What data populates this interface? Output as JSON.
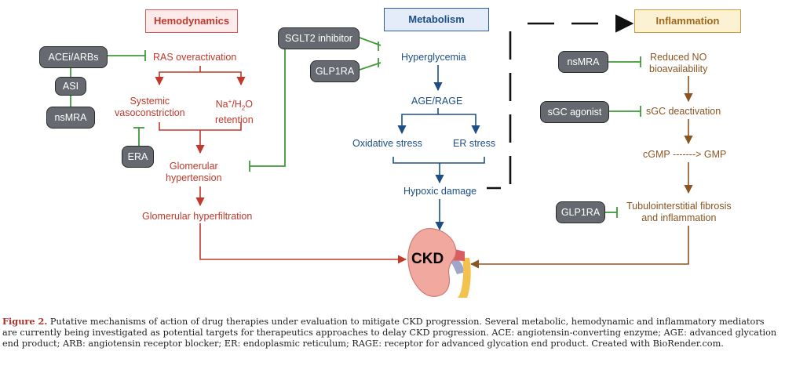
{
  "headers": {
    "hemodynamics": "Hemodynamics",
    "metabolism": "Metabolism",
    "inflammation": "Inflammation"
  },
  "drugs": {
    "acei_arbs": "ACEi/ARBs",
    "asi": "ASI",
    "nsmra_left": "nsMRA",
    "era": "ERA",
    "sglt2": "SGLT2 inhibitor",
    "glp1ra_top": "GLP1RA",
    "nsmra_right": "nsMRA",
    "sgc_agonist": "sGC agonist",
    "glp1ra_bottom": "GLP1RA"
  },
  "hemo": {
    "ras": "RAS overactivation",
    "systemic_1": "Systemic",
    "systemic_2": "vasoconstriction",
    "na": "Na",
    "na_sup": "+",
    "h2o_a": "/H",
    "h2o_sub": "2",
    "h2o_b": "O",
    "retention": "retention",
    "gh_1": "Glomerular",
    "gh_2": "hypertension",
    "hyperfiltration": "Glomerular hyperfiltration"
  },
  "meta": {
    "hyperglycemia": "Hyperglycemia",
    "age_rage": "AGE/RAGE",
    "oxidative": "Oxidative stress",
    "er_stress": "ER stress",
    "hypoxic": "Hypoxic damage"
  },
  "infl": {
    "no_1": "Reduced NO",
    "no_2": "bioavailability",
    "sgc_deact": "sGC deactivation",
    "cgmp": "cGMP -------> GMP",
    "fib_1": "Tubulointerstitial fibrosis",
    "fib_2": "and inflammation"
  },
  "kidney_label": "CKD",
  "colors": {
    "hemo": "#c0392b",
    "meta": "#1d4f86",
    "infl": "#8a5523",
    "inhibit": "#3f9a3a",
    "drug_fill": "#666a70"
  },
  "caption": {
    "label": "Figure 2.",
    "text": " Putative mechanisms of action of drug therapies under evaluation to mitigate CKD progression. Several metabolic, hemodynamic and inflammatory mediators are currently being investigated as potential targets for therapeutics approaches to delay CKD progression. ACE: angiotensin-converting enzyme; AGE: advanced glycation end product; ARB: angiotensin receptor blocker; ER: endoplasmic reticulum; RAGE: receptor for advanced glycation end product. Created with BioRender.com."
  }
}
